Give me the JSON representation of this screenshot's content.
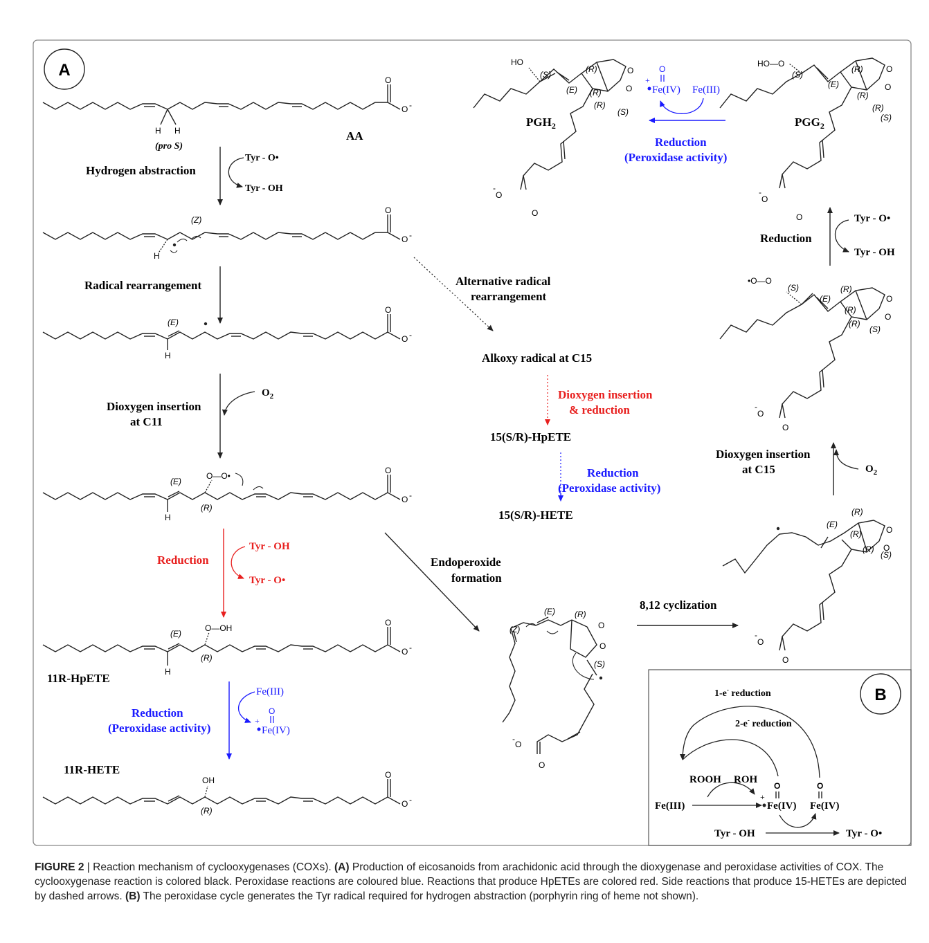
{
  "colors": {
    "black": "#222222",
    "red": "#e8201f",
    "blue": "#1a1aff",
    "frame": "#888888"
  },
  "panels": {
    "a": "A",
    "b": "B"
  },
  "labels": {
    "aa": "AA",
    "pro_s": "(pro S)",
    "hydrogen_abstraction": "Hydrogen abstraction",
    "radical_rearrangement": "Radical rearrangement",
    "dioxygen_insertion_c11_l1": "Dioxygen insertion",
    "dioxygen_insertion_c11_l2": "at C11",
    "reduction_red": "Reduction",
    "hpete_11r": "11R-HpETE",
    "reduction_blue_l1": "Reduction",
    "reduction_blue_l2": "(Peroxidase activity)",
    "hete_11r": "11R-HETE",
    "alt_rearr_l1": "Alternative radical",
    "alt_rearr_l2": "rearrangement",
    "alkoxy": "Alkoxy radical at C15",
    "diox_red_l1": "Dioxygen insertion",
    "diox_red_l2": "& reduction",
    "hpete_15": "15(S/R)-HpETE",
    "red15_l1": "Reduction",
    "red15_l2": "(Peroxidase activity)",
    "hete_15": "15(S/R)-HETE",
    "endo_l1": "Endoperoxide",
    "endo_l2": "formation",
    "cyclization": "8,12 cyclization",
    "diox_c15_l1": "Dioxygen insertion",
    "diox_c15_l2": "at C15",
    "o2": "O",
    "reduction_pgg": "Reduction",
    "pgg2": "PGG",
    "pgh2": "PGH",
    "red_top_l1": "Reduction",
    "red_top_l2": "(Peroxidase activity)",
    "sub2": "2",
    "tyr_o": "Tyr - O•",
    "tyr_oh": "Tyr - OH",
    "fe3": "Fe(III)",
    "fe4": "Fe(IV)",
    "one_e": "1-e",
    "two_e": "2-e",
    "reduction_word": " reduction",
    "rooh": "ROOH",
    "roh": "ROH"
  },
  "caption": {
    "lead": "FIGURE 2",
    "sep": " | ",
    "title": "Reaction mechanism of cyclooxygenases (COXs). ",
    "a_tag": "(A)",
    "a_text": " Production of eicosanoids from arachidonic acid through the dioxygenase and peroxidase activities of COX. The cyclooxygenase reaction is colored black. Peroxidase reactions are coloured blue. Reactions that produce HpETEs are colored red. Side reactions that produce 15-HETEs are depicted by dashed arrows. ",
    "b_tag": "(B)",
    "b_text": " The peroxidase cycle generates the Tyr radical required for hydrogen abstraction (porphyrin ring of heme not shown)."
  }
}
